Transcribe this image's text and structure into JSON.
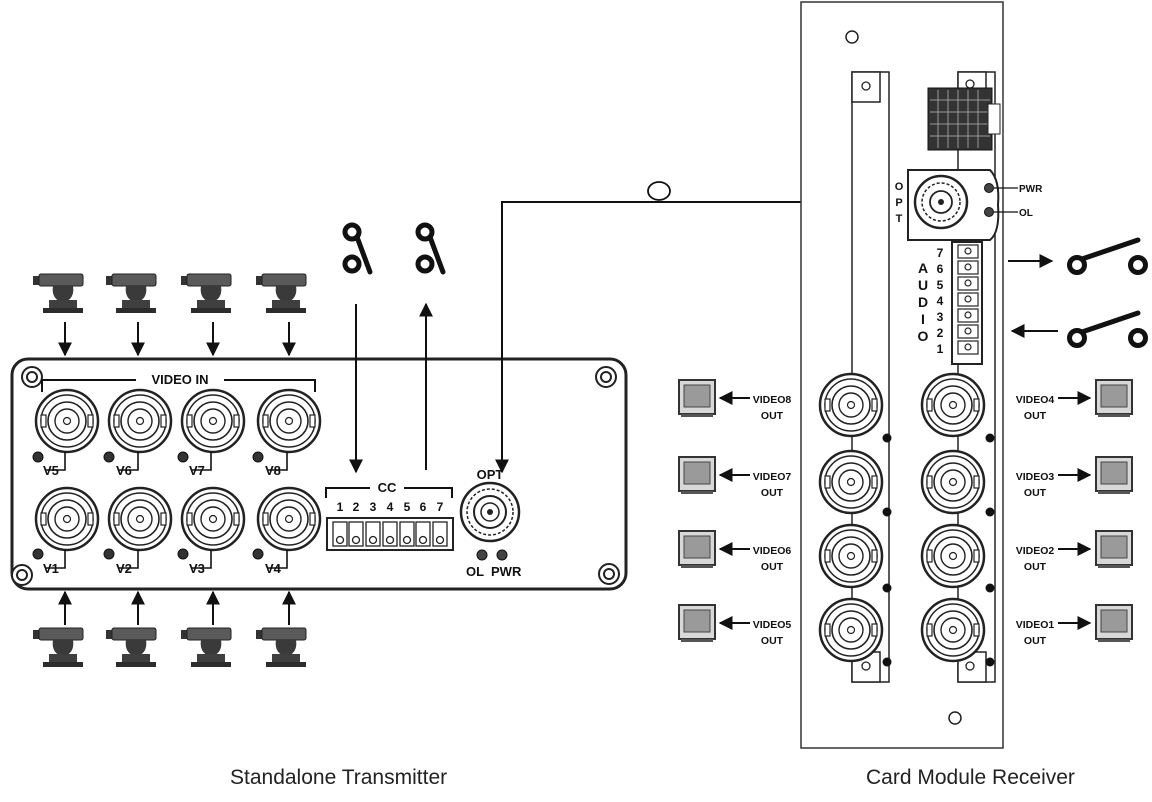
{
  "transmitter": {
    "caption": "Standalone Transmitter",
    "video_in_label": "VIDEO IN",
    "channels_top": [
      "V5",
      "V6",
      "V7",
      "V8"
    ],
    "channels_bottom": [
      "V1",
      "V2",
      "V3",
      "V4"
    ],
    "cc_label": "CC",
    "cc_numbers": [
      "1",
      "2",
      "3",
      "4",
      "5",
      "6",
      "7"
    ],
    "opt_label": "OPT",
    "ol_label": "OL",
    "pwr_label": "PWR"
  },
  "receiver": {
    "caption": "Card Module Receiver",
    "opt_letters": [
      "O",
      "P",
      "T"
    ],
    "pwr_label": "PWR",
    "ol_label": "OL",
    "audio_letters": [
      "A",
      "U",
      "D",
      "I",
      "O"
    ],
    "audio_numbers": [
      "7",
      "6",
      "5",
      "4",
      "3",
      "2",
      "1"
    ],
    "outputs_left": [
      {
        "video": "VIDEO8",
        "out": "OUT"
      },
      {
        "video": "VIDEO7",
        "out": "OUT"
      },
      {
        "video": "VIDEO6",
        "out": "OUT"
      },
      {
        "video": "VIDEO5",
        "out": "OUT"
      }
    ],
    "outputs_right": [
      {
        "video": "VIDEO4",
        "out": "OUT"
      },
      {
        "video": "VIDEO3",
        "out": "OUT"
      },
      {
        "video": "VIDEO2",
        "out": "OUT"
      },
      {
        "video": "VIDEO1",
        "out": "OUT"
      }
    ]
  }
}
